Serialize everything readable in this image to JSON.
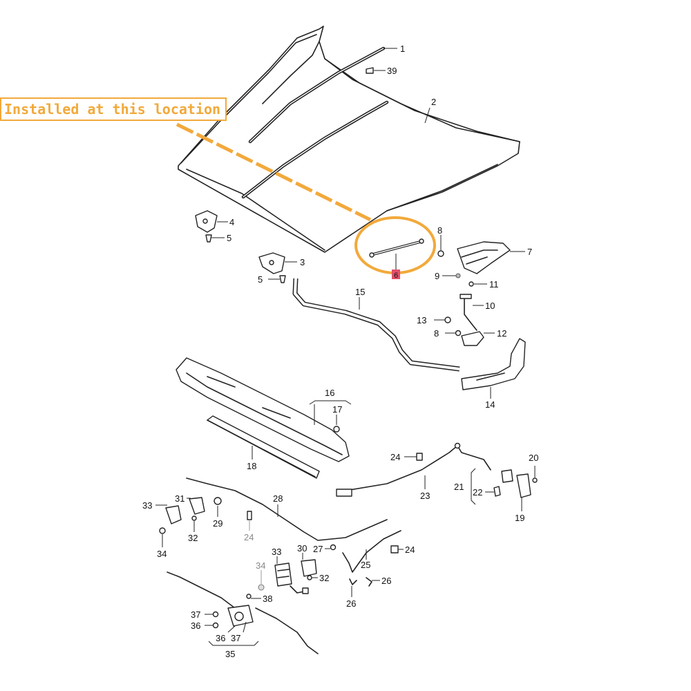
{
  "callout": {
    "text": "Installed at this location",
    "color": "#F2A93B"
  },
  "marker": {
    "label": "6",
    "color": "#E0506A"
  },
  "labels": {
    "n1": "1",
    "n2": "2",
    "n3": "3",
    "n4": "4",
    "n5a": "5",
    "n5b": "5",
    "n7": "7",
    "n8a": "8",
    "n8b": "8",
    "n9": "9",
    "n10": "10",
    "n11": "11",
    "n12": "12",
    "n13": "13",
    "n14": "14",
    "n15": "15",
    "n16": "16",
    "n17": "17",
    "n18": "18",
    "n19": "19",
    "n20": "20",
    "n21": "21",
    "n22": "22",
    "n23": "23",
    "n24a": "24",
    "n24b": "24",
    "n24c": "24",
    "n25": "25",
    "n26a": "26",
    "n26b": "26",
    "n27": "27",
    "n28": "28",
    "n29": "29",
    "n30": "30",
    "n31": "31",
    "n32a": "32",
    "n32b": "32",
    "n33a": "33",
    "n33b": "33",
    "n34a": "34",
    "n34b": "34",
    "n35": "35",
    "n36a": "36",
    "n36b": "36",
    "n37a": "37",
    "n37b": "37",
    "n38": "38",
    "n39": "39"
  }
}
